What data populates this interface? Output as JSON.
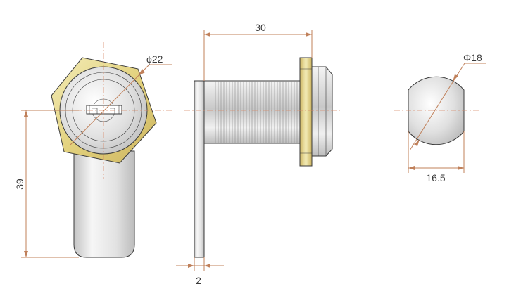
{
  "figure": {
    "views": [
      "front-view",
      "side-view",
      "cross-section"
    ]
  },
  "dimensions": {
    "head_diameter": "ϕ22",
    "length": "30",
    "height": "39",
    "plate_thickness": "2",
    "shaft_diameter": "Φ18",
    "flat_width": "16.5"
  },
  "colors": {
    "brass": "#e8d890",
    "steel": "#d9d9d9",
    "dimension_line": "#c0805a",
    "outline": "#3a3a3a"
  }
}
